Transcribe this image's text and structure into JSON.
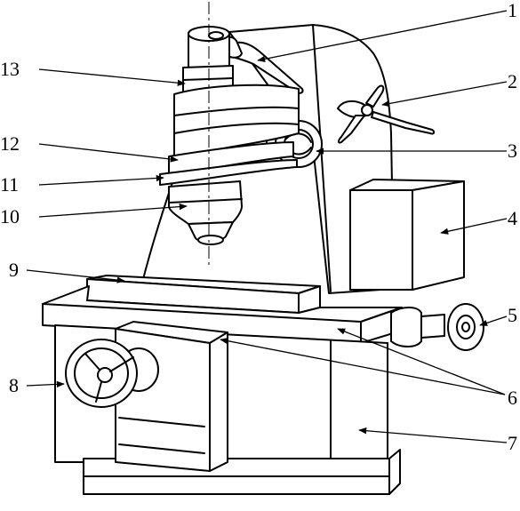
{
  "labels": [
    {
      "id": "1",
      "text": "1"
    },
    {
      "id": "2",
      "text": "2"
    },
    {
      "id": "3",
      "text": "3"
    },
    {
      "id": "4",
      "text": "4"
    },
    {
      "id": "5",
      "text": "5"
    },
    {
      "id": "6",
      "text": "6"
    },
    {
      "id": "7",
      "text": "7"
    },
    {
      "id": "8",
      "text": "8"
    },
    {
      "id": "9",
      "text": "9"
    },
    {
      "id": "10",
      "text": "10"
    },
    {
      "id": "11",
      "text": "11"
    },
    {
      "id": "12",
      "text": "12"
    },
    {
      "id": "13",
      "text": "13"
    }
  ]
}
